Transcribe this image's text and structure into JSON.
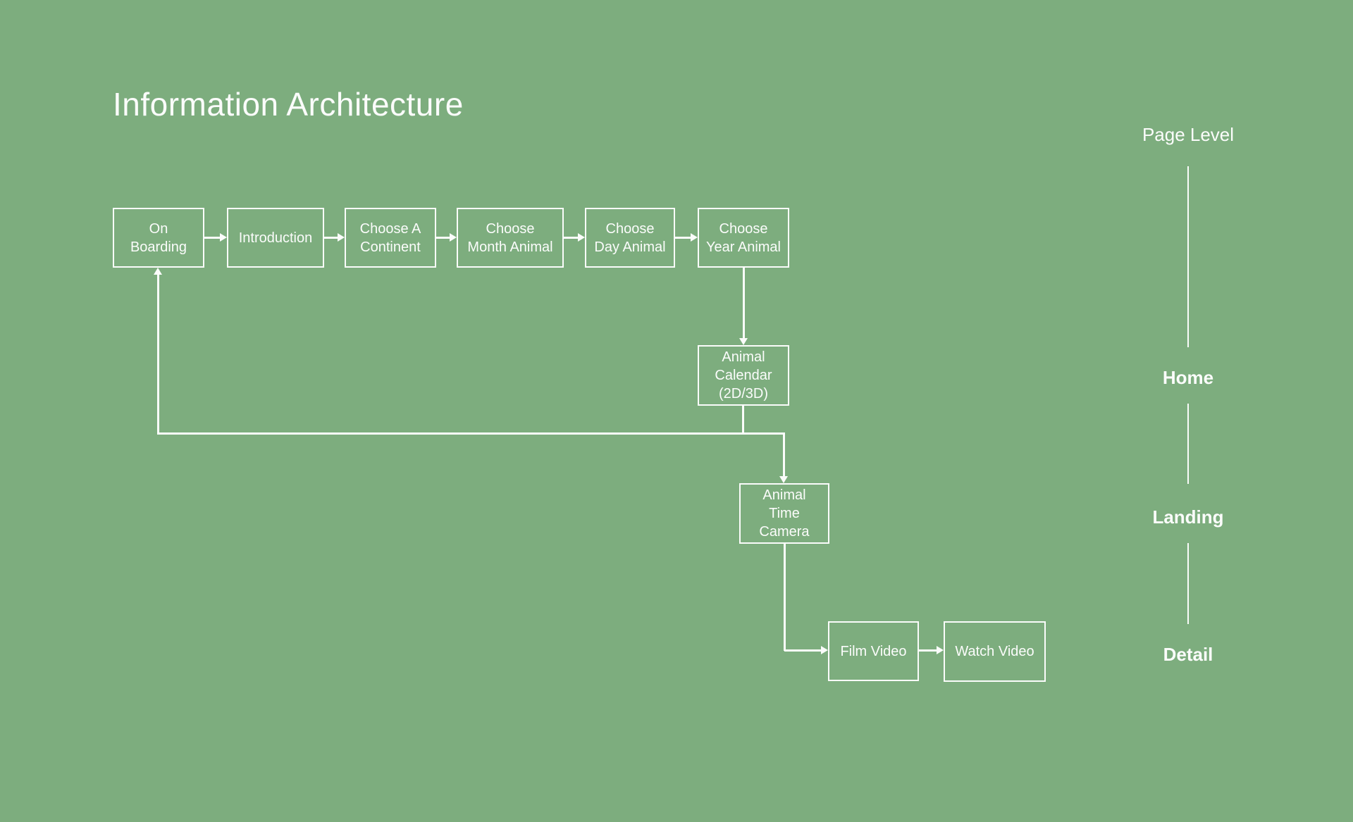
{
  "title": "Information Architecture",
  "colors": {
    "background": "#7DAD7E",
    "stroke": "#FBFCFB",
    "text": "#FBFCFB"
  },
  "nodes": [
    {
      "id": "on-boarding",
      "label": "On\nBoarding"
    },
    {
      "id": "introduction",
      "label": "Introduction"
    },
    {
      "id": "choose-a-continent",
      "label": "Choose A\nContinent"
    },
    {
      "id": "choose-month-animal",
      "label": "Choose\nMonth Animal"
    },
    {
      "id": "choose-day-animal",
      "label": "Choose\nDay Animal"
    },
    {
      "id": "choose-year-animal",
      "label": "Choose\nYear Animal"
    },
    {
      "id": "animal-calendar",
      "label": "Animal\nCalendar\n(2D/3D)"
    },
    {
      "id": "animal-time-camera",
      "label": "Animal\nTime\nCamera"
    },
    {
      "id": "film-video",
      "label": "Film Video"
    },
    {
      "id": "watch-video",
      "label": "Watch Video"
    }
  ],
  "page_level": {
    "header": "Page Level",
    "levels": [
      "Home",
      "Landing",
      "Detail"
    ]
  }
}
